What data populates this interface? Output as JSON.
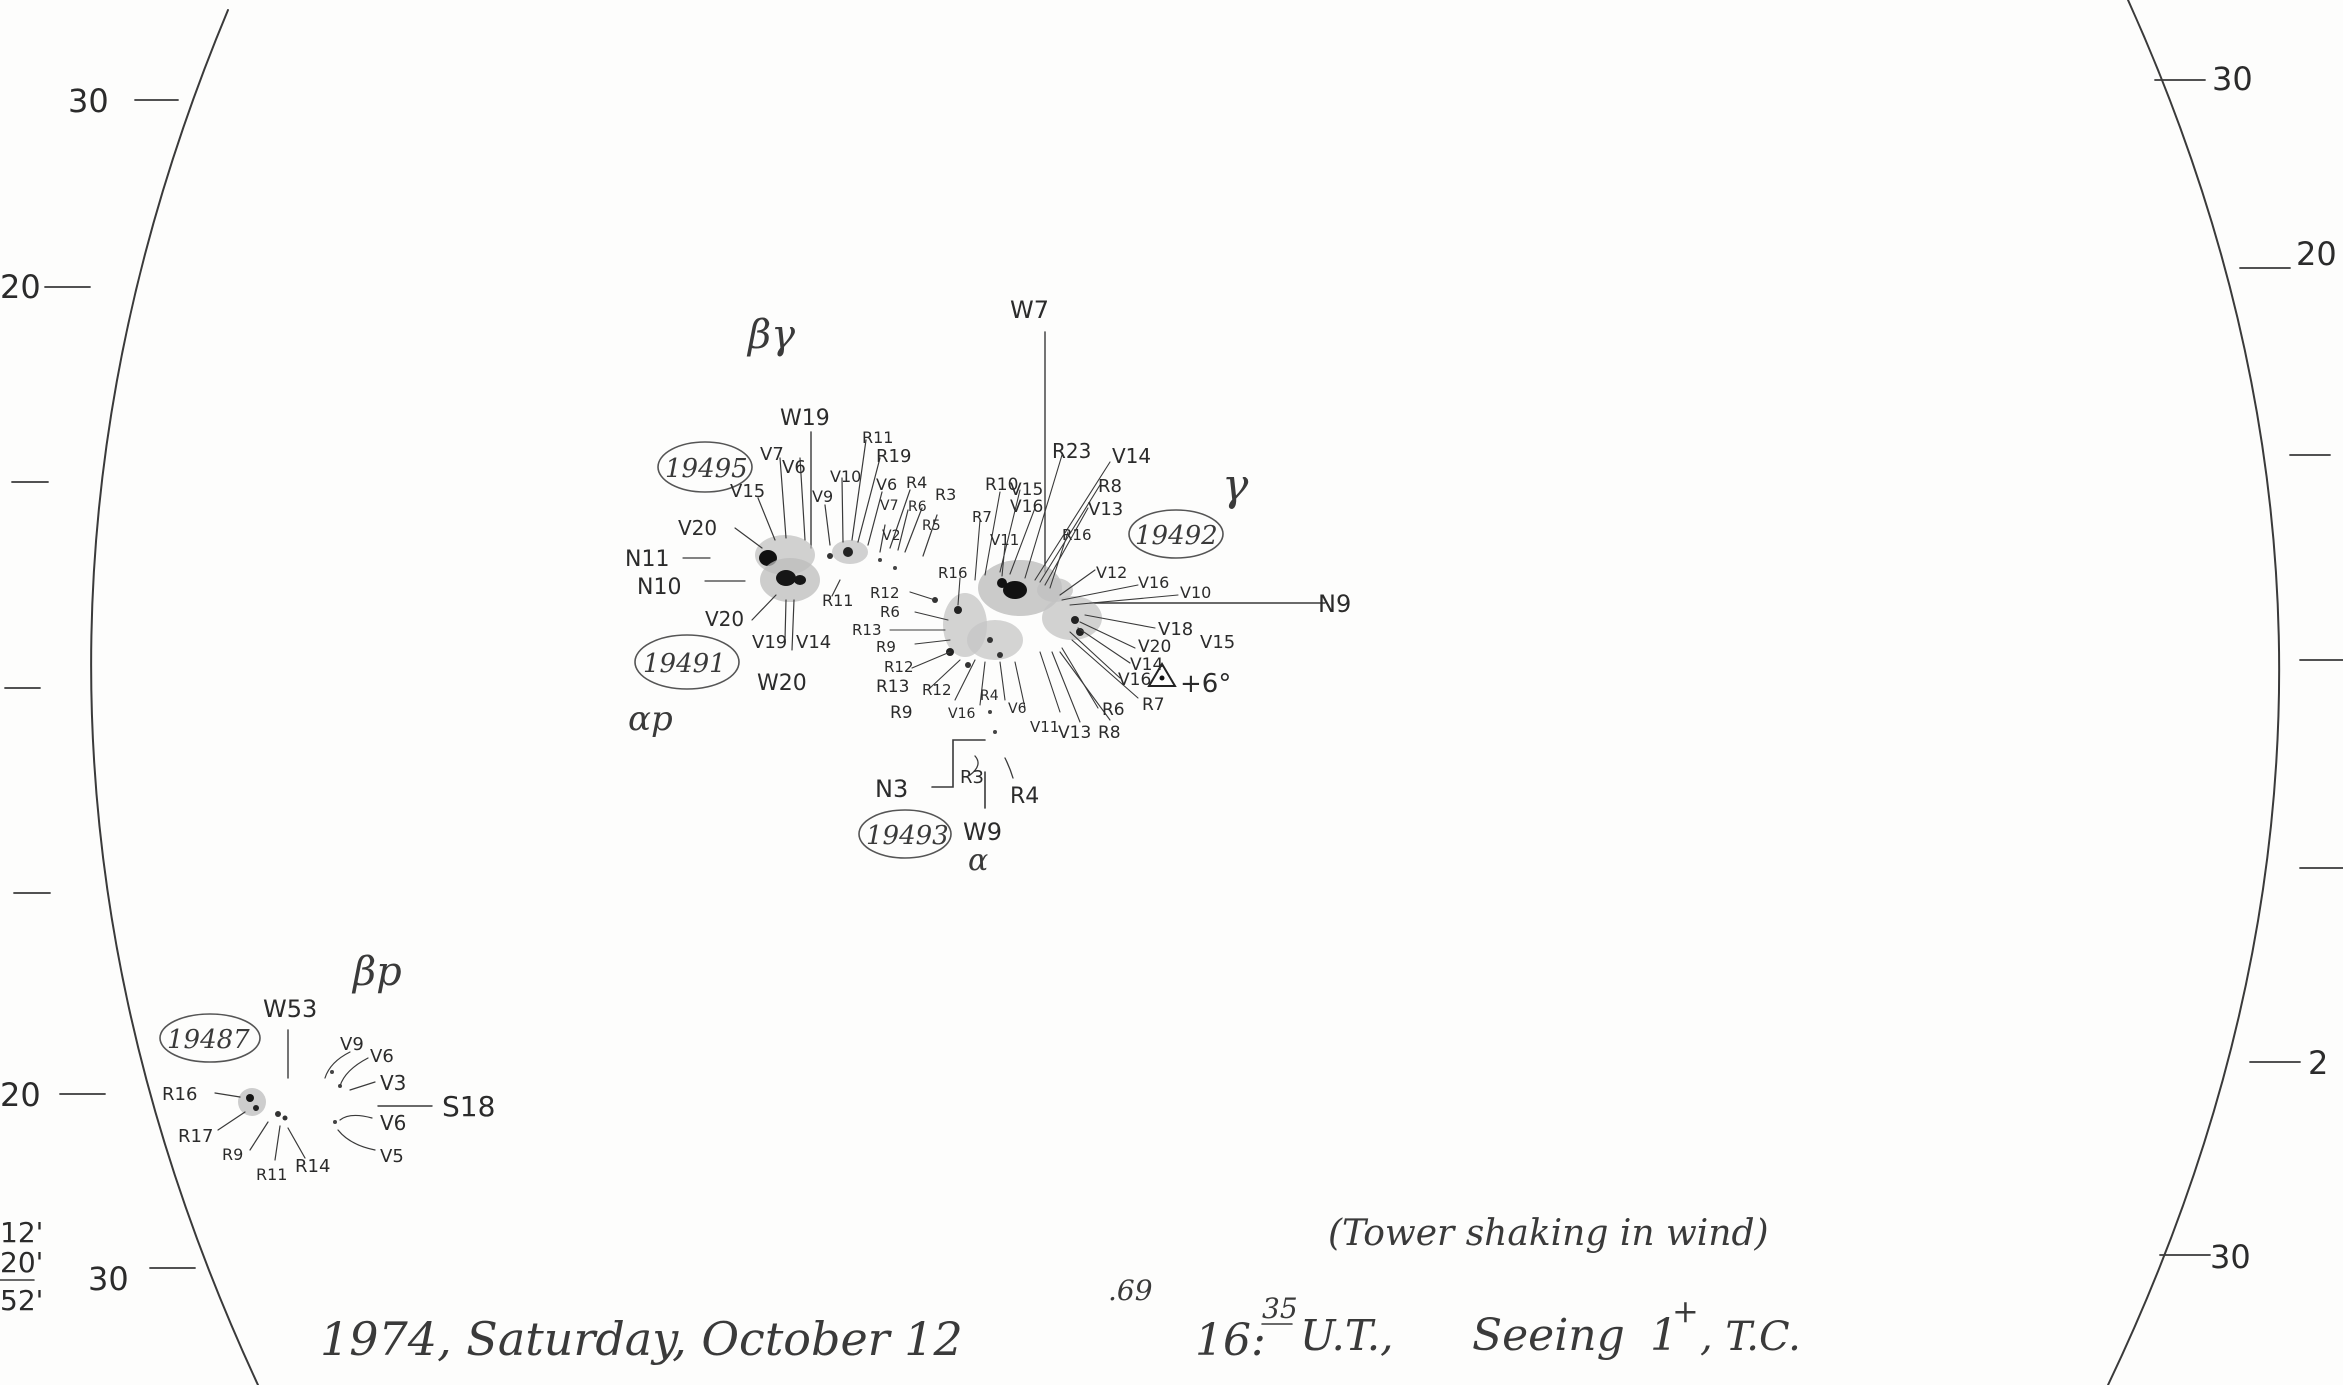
{
  "disk_scale": {
    "left_ticks": [
      "30",
      "20",
      "20",
      "30"
    ],
    "right_ticks": [
      "30",
      "20",
      "2",
      "30"
    ]
  },
  "edge_note": [
    "12'",
    "20'",
    "52'"
  ],
  "regions": {
    "r19495": {
      "number": "19495",
      "class": "βγ",
      "north_label": "W19",
      "labels": [
        "V7",
        "V6",
        "V15",
        "V9",
        "V20",
        "V10",
        "R11",
        "R19",
        "V6",
        "R4",
        "R3",
        "R6",
        "R5",
        "V7",
        "V2",
        "N11",
        "N10",
        "R11",
        "V20",
        "V19",
        "V14",
        "W20"
      ]
    },
    "r19491": {
      "number": "19491",
      "class": "αp"
    },
    "r19492": {
      "number": "19492",
      "class": "γ",
      "north_label": "W7",
      "east_label": "N9",
      "delta_label": "+6°",
      "labels": [
        "R10",
        "R7",
        "V15",
        "V16",
        "V11",
        "R23",
        "V14",
        "R8",
        "V13",
        "R16",
        "V12",
        "V16",
        "V10",
        "V18",
        "V15",
        "V20",
        "V14",
        "V16",
        "R7",
        "R6",
        "R8",
        "V13",
        "V11",
        "V6",
        "R4",
        "V16",
        "R9",
        "R12",
        "R13",
        "R9",
        "R12",
        "R13",
        "R6",
        "R12",
        "R16"
      ]
    },
    "r19493": {
      "number": "19493",
      "class": "α",
      "labels": [
        "N3",
        "R3",
        "R4",
        "W9"
      ]
    },
    "r19487": {
      "number": "19487",
      "class": "βp",
      "north_label": "W53",
      "labels": [
        "R16",
        "R17",
        "R9",
        "R11",
        "R14",
        "V9",
        "V6",
        "V3",
        "V6",
        "V5",
        "S18"
      ]
    }
  },
  "note": "(Tower shaking in wind)",
  "footer": {
    "text": "1974, Saturday, October 12",
    "day_fraction": ".69",
    "time_hour": "16:",
    "time_minute": "35",
    "time_suffix": "U.T.,",
    "seeing_label": "Seeing",
    "seeing_value": "1",
    "seeing_plus": "+",
    "observer": ", T.C."
  }
}
